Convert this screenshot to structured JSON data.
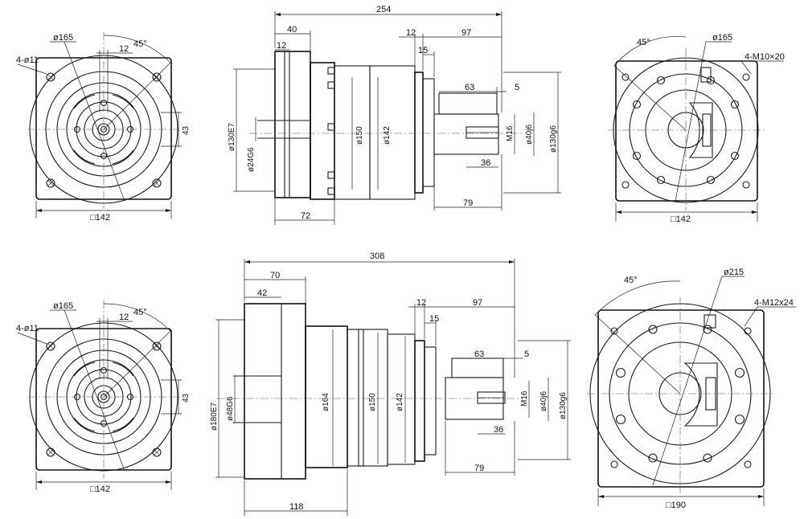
{
  "labels": {
    "top_front": {
      "dia": "ø165",
      "holes": "4-ø11",
      "angle": "45°",
      "key": "12",
      "height": "43",
      "square": "□142"
    },
    "top_side": {
      "overall": "254",
      "flange": "40",
      "flange_thk": "12",
      "shaft_ofs": "12",
      "shaft_len": "97",
      "shoulder": "15",
      "key_len": "63",
      "key_ofs": "5",
      "thread_depth": "36",
      "shaft_body": "79",
      "body_len": "72",
      "d_130E7": "ø130E7",
      "d_24G6": "ø24G6",
      "d_150": "ø150",
      "d_142": "ø142",
      "thread": "M16",
      "d_40j6": "ø40j6",
      "d_130g6": "ø130g6"
    },
    "top_rear": {
      "angle": "45°",
      "dia": "ø165",
      "threads": "4-M10×20",
      "square": "□142"
    },
    "bottom_front": {
      "dia": "ø165",
      "holes": "4-ø11",
      "angle": "45°",
      "key": "12",
      "height": "43",
      "square": "□142"
    },
    "bottom_side": {
      "overall": "308",
      "flange": "70",
      "flange_thk": "42",
      "shaft_ofs": "12",
      "shaft_len": "97",
      "shoulder": "15",
      "key_len": "63",
      "key_ofs": "5",
      "thread_depth": "36",
      "shaft_body": "79",
      "body_len": "118",
      "d_180E7": "ø180E7",
      "d_48G6": "ø48G6",
      "d_164": "ø164",
      "d_150": "ø150",
      "d_142": "ø142",
      "thread": "M16",
      "d_40j6": "ø40j6",
      "d_130g6": "ø130g6"
    },
    "bottom_rear": {
      "angle": "45°",
      "dia": "ø215",
      "threads": "4-M12x24",
      "square": "□190"
    }
  }
}
